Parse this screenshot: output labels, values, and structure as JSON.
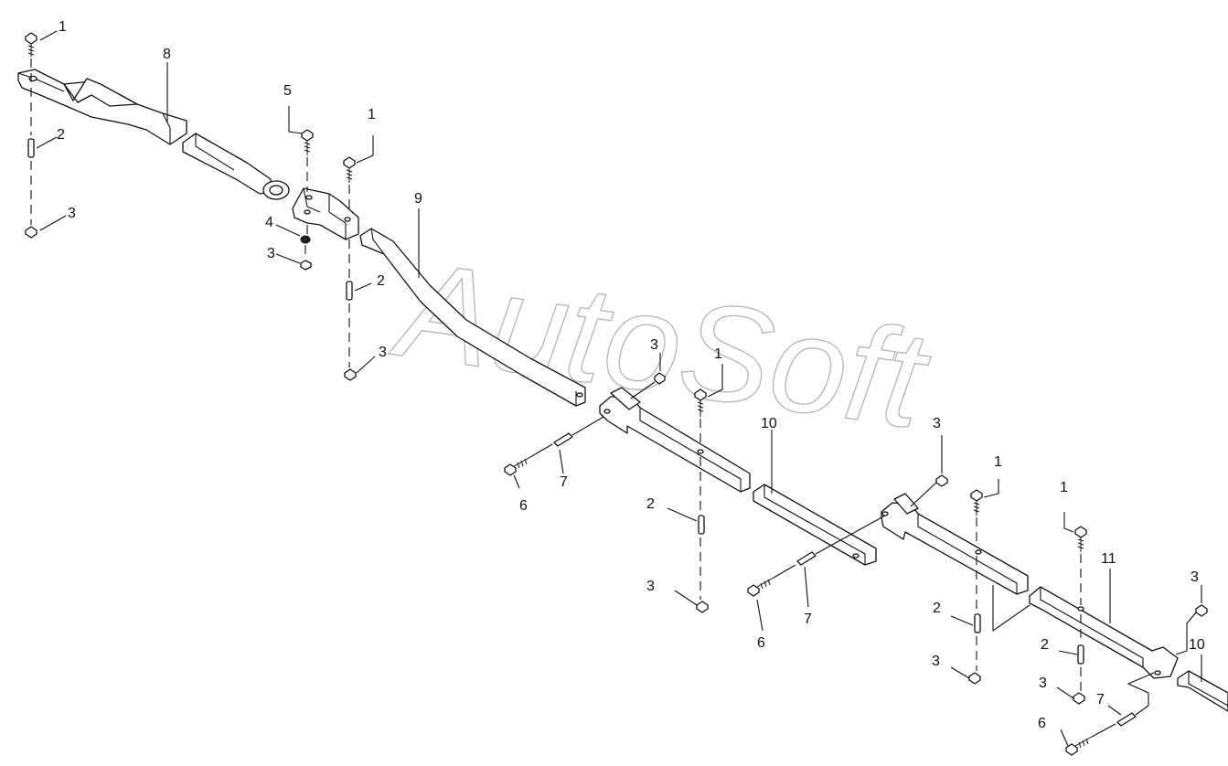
{
  "watermark": "AutoSoft",
  "callouts": [
    {
      "id": "c1a",
      "text": "1"
    },
    {
      "id": "c8",
      "text": "8"
    },
    {
      "id": "c2a",
      "text": "2"
    },
    {
      "id": "c3a",
      "text": "3"
    },
    {
      "id": "c5",
      "text": "5"
    },
    {
      "id": "c1b",
      "text": "1"
    },
    {
      "id": "c4",
      "text": "4"
    },
    {
      "id": "c3b",
      "text": "3"
    },
    {
      "id": "c9",
      "text": "9"
    },
    {
      "id": "c2b",
      "text": "2"
    },
    {
      "id": "c3c",
      "text": "3"
    },
    {
      "id": "c3d",
      "text": "3"
    },
    {
      "id": "c1c",
      "text": "1"
    },
    {
      "id": "c10a",
      "text": "10"
    },
    {
      "id": "c6a",
      "text": "6"
    },
    {
      "id": "c7a",
      "text": "7"
    },
    {
      "id": "c2c",
      "text": "2"
    },
    {
      "id": "c3e",
      "text": "3"
    },
    {
      "id": "c3f",
      "text": "3"
    },
    {
      "id": "c1d",
      "text": "1"
    },
    {
      "id": "c6b",
      "text": "6"
    },
    {
      "id": "c7b",
      "text": "7"
    },
    {
      "id": "c1e",
      "text": "1"
    },
    {
      "id": "c11",
      "text": "11"
    },
    {
      "id": "c2d",
      "text": "2"
    },
    {
      "id": "c3g",
      "text": "3"
    },
    {
      "id": "c3h",
      "text": "3"
    },
    {
      "id": "c2e",
      "text": "2"
    },
    {
      "id": "c3i",
      "text": "3"
    },
    {
      "id": "c7c",
      "text": "7"
    },
    {
      "id": "c6c",
      "text": "6"
    },
    {
      "id": "c10b",
      "text": "10"
    }
  ]
}
